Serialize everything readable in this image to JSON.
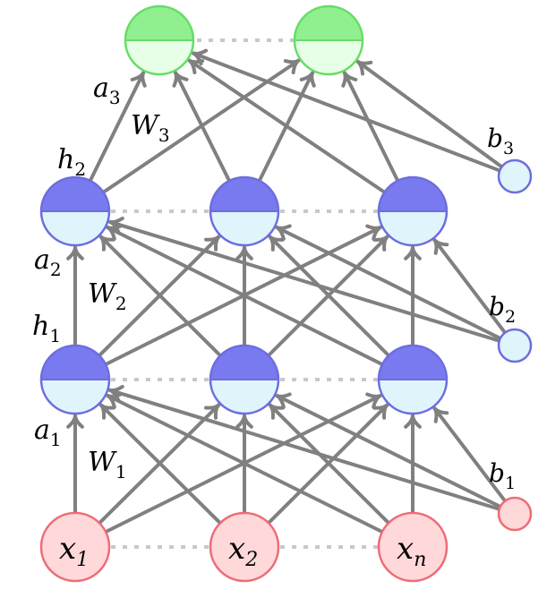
{
  "colors": {
    "edge": "#808080",
    "input_fill": "#ffd8da",
    "input_stroke": "#ee6b77",
    "hidden_top": "#7a7af0",
    "hidden_bottom": "#e0f5fb",
    "hidden_stroke": "#6d6de0",
    "output_top": "#90f090",
    "output_bottom": "#e6ffe6",
    "output_stroke": "#66dd66",
    "bias_hidden_fill": "#e0f5fb",
    "bias_hidden_stroke": "#6d6de0",
    "bias_input_fill": "#ffd8da",
    "bias_input_stroke": "#ee6b77"
  },
  "inputs": [
    {
      "base": "x",
      "sub": "1"
    },
    {
      "base": "x",
      "sub": "2"
    },
    {
      "base": "x",
      "sub": "n"
    }
  ],
  "labels": {
    "W1": {
      "base": "W",
      "sub": "1"
    },
    "W2": {
      "base": "W",
      "sub": "2"
    },
    "W3": {
      "base": "W",
      "sub": "3"
    },
    "a1": {
      "base": "a",
      "sub": "1"
    },
    "a2": {
      "base": "a",
      "sub": "2"
    },
    "a3": {
      "base": "a",
      "sub": "3"
    },
    "h1": {
      "base": "h",
      "sub": "1"
    },
    "h2": {
      "base": "h",
      "sub": "2"
    },
    "b1": {
      "base": "b",
      "sub": "1"
    },
    "b2": {
      "base": "b",
      "sub": "2"
    },
    "b3": {
      "base": "b",
      "sub": "3"
    }
  }
}
